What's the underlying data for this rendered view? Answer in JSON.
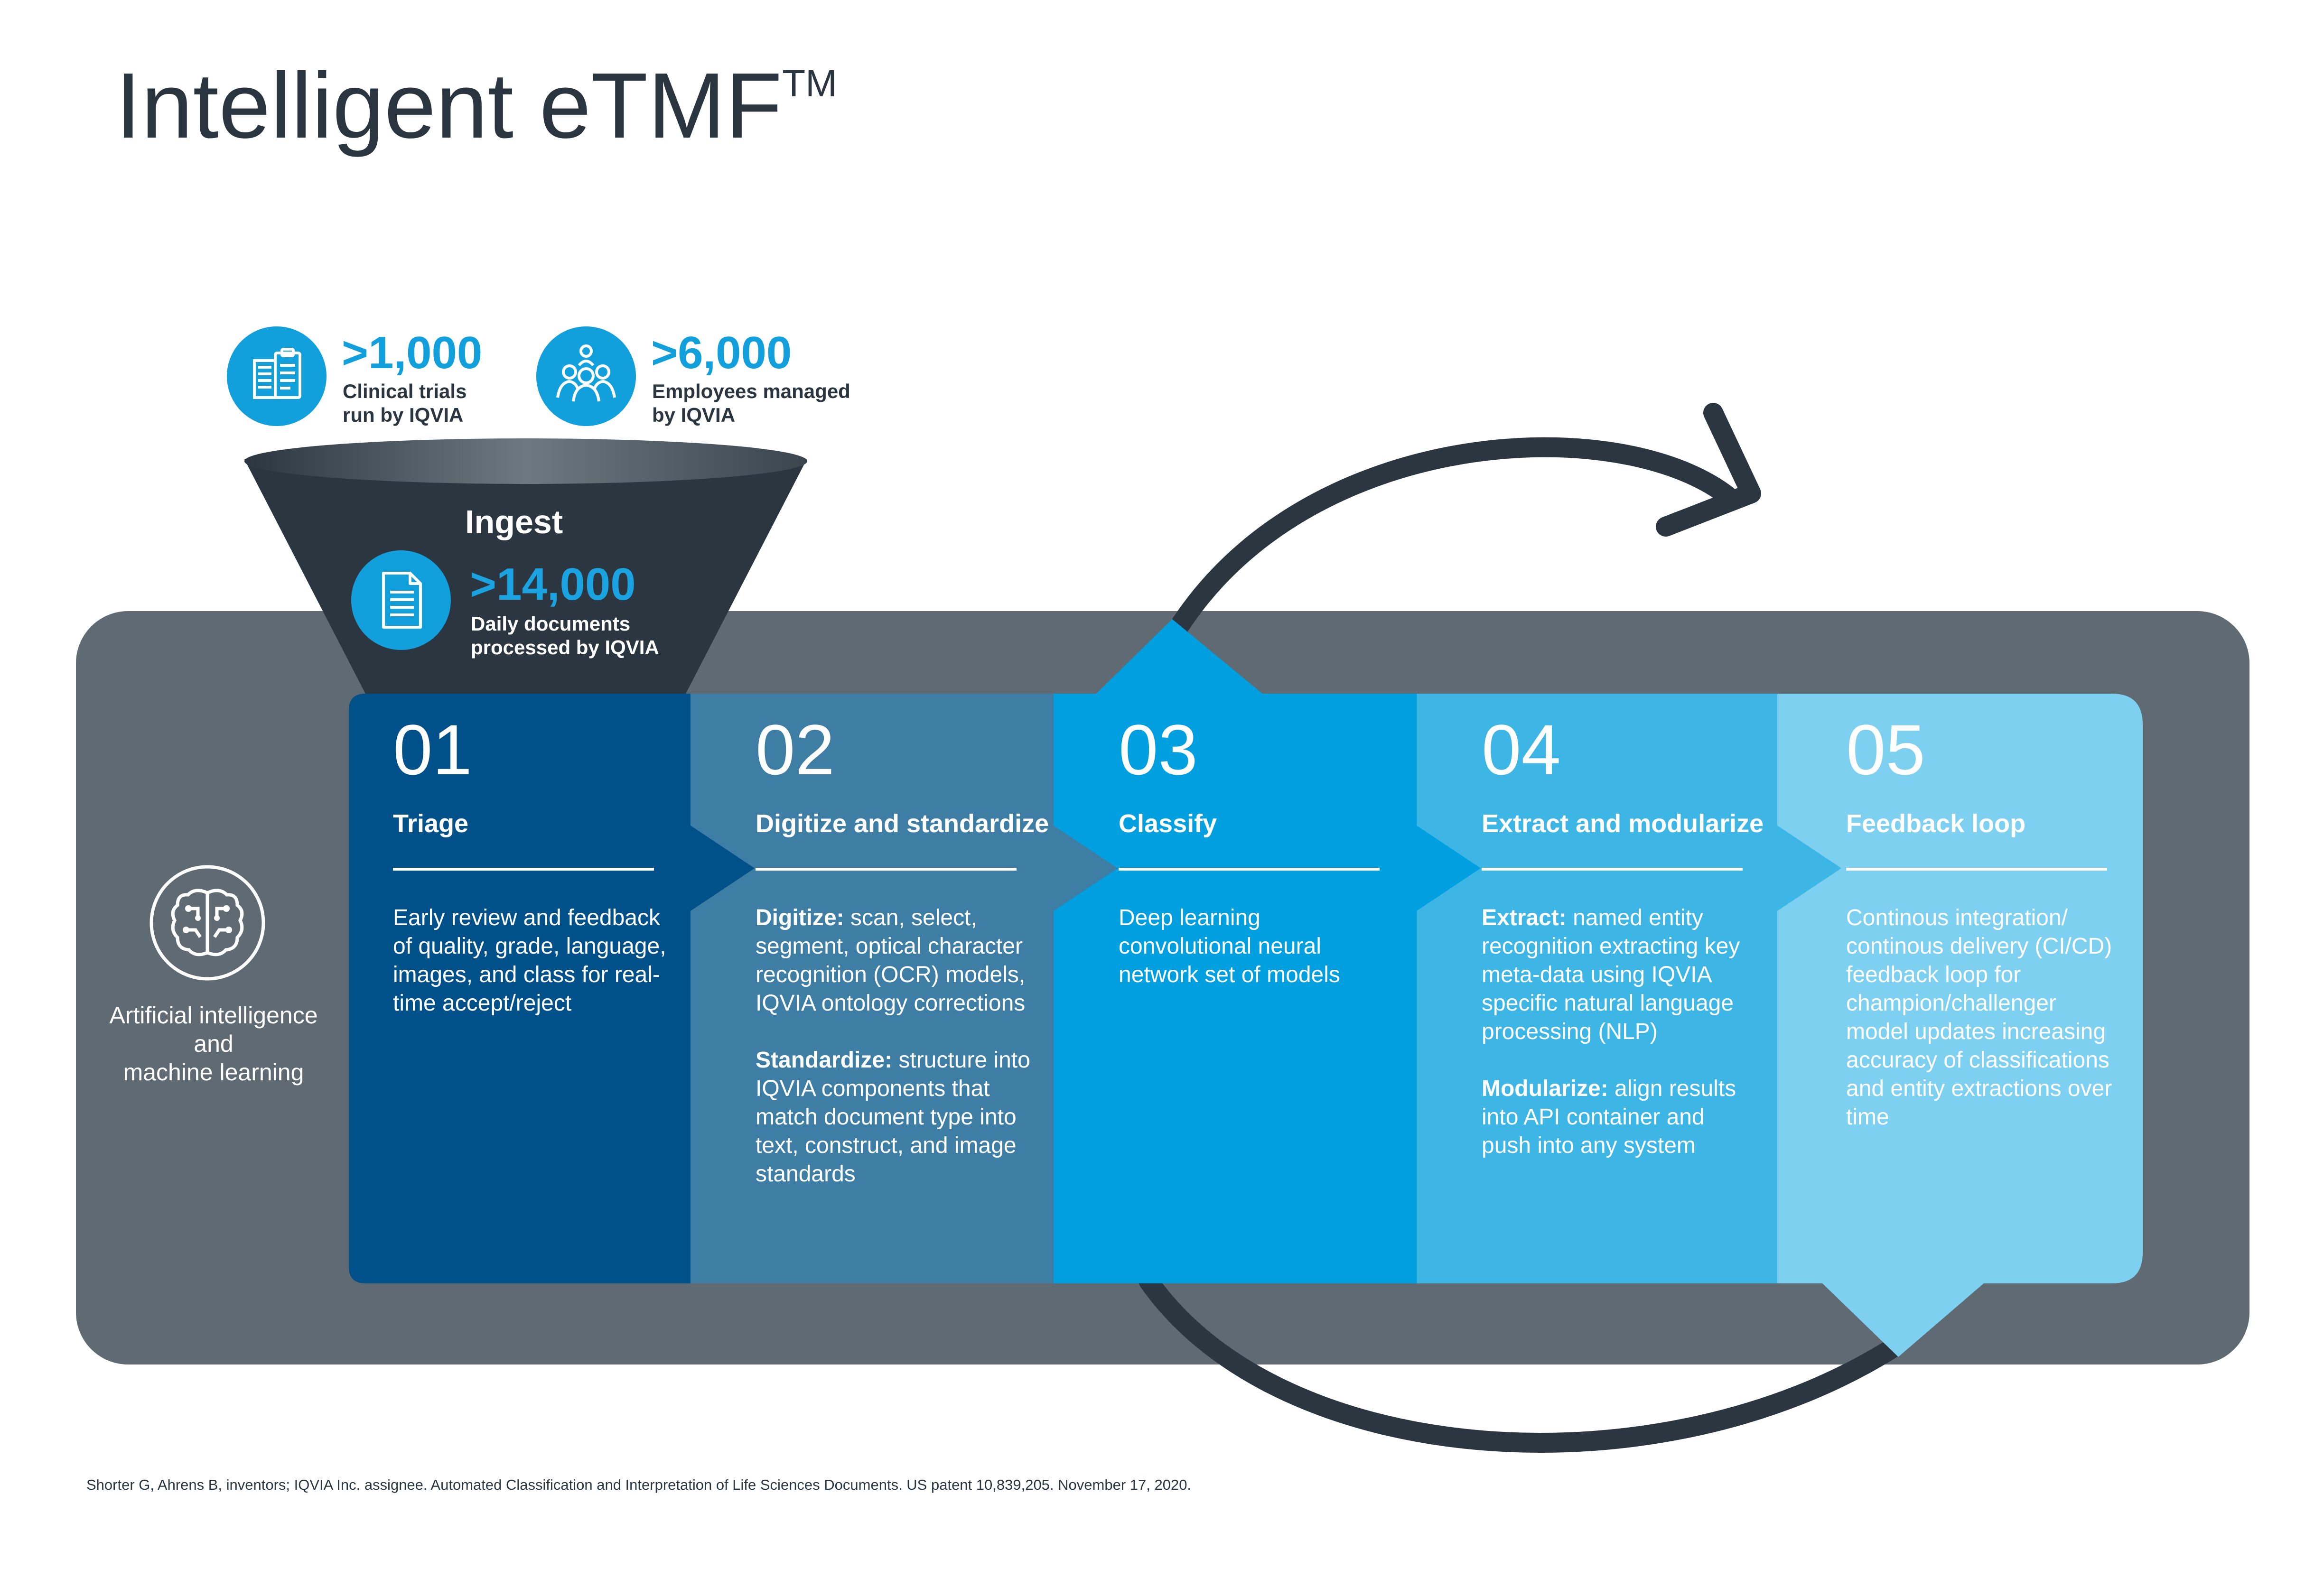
{
  "title": "Intelligent eTMF",
  "title_mark": "TM",
  "colors": {
    "panel": "#5f6a72",
    "dark": "#2b3640",
    "accent": "#12a0dc",
    "step1": "#00518a",
    "step2": "#3e7ea4",
    "step3": "#00a0e0",
    "step4": "#3db6e6",
    "step5": "#7dd0ef"
  },
  "stats": [
    {
      "number": ">1,000",
      "label": "Clinical trials\nrun by IQVIA",
      "icon": "building-clipboard-icon"
    },
    {
      "number": ">6,000",
      "label": "Employees managed\nby IQVIA",
      "icon": "people-group-icon"
    }
  ],
  "ingest": {
    "title": "Ingest",
    "number": ">14,000",
    "label": "Daily documents\nprocessed by IQVIA",
    "icon": "document-icon"
  },
  "ai": {
    "label": "Artificial intelligence\nand\nmachine learning",
    "icon": "brain-circuit-icon"
  },
  "steps": [
    {
      "num": "01",
      "title": "Triage",
      "paragraphs": [
        {
          "bold": "",
          "text": "Early review and feedback of quality, grade, language, images, and class for real-time accept/reject"
        }
      ]
    },
    {
      "num": "02",
      "title": "Digitize and standardize",
      "paragraphs": [
        {
          "bold": "Digitize:",
          "text": " scan, select, segment, optical character recognition (OCR) models, IQVIA ontology corrections"
        },
        {
          "bold": "Standardize:",
          "text": " structure into IQVIA components that match document type into text, construct, and image standards"
        }
      ]
    },
    {
      "num": "03",
      "title": "Classify",
      "paragraphs": [
        {
          "bold": "",
          "text": "Deep learning convolutional neural network set of models"
        }
      ]
    },
    {
      "num": "04",
      "title": "Extract and modularize",
      "paragraphs": [
        {
          "bold": "Extract:",
          "text": " named entity recognition extracting key meta-data using IQVIA specific natural language processing (NLP)"
        },
        {
          "bold": "Modularize:",
          "text": " align results into API container and push into any system"
        }
      ]
    },
    {
      "num": "05",
      "title": "Feedback loop",
      "paragraphs": [
        {
          "bold": "",
          "text": "Continous integration/ continous delivery (CI/CD) feedback loop for champion/challenger model updates increasing accuracy of classifications and entity extractions over time"
        }
      ]
    }
  ],
  "footnote": "Shorter G, Ahrens B, inventors; IQVIA Inc. assignee. Automated Classification and Interpretation of Life Sciences Documents. US patent 10,839,205. November 17, 2020."
}
